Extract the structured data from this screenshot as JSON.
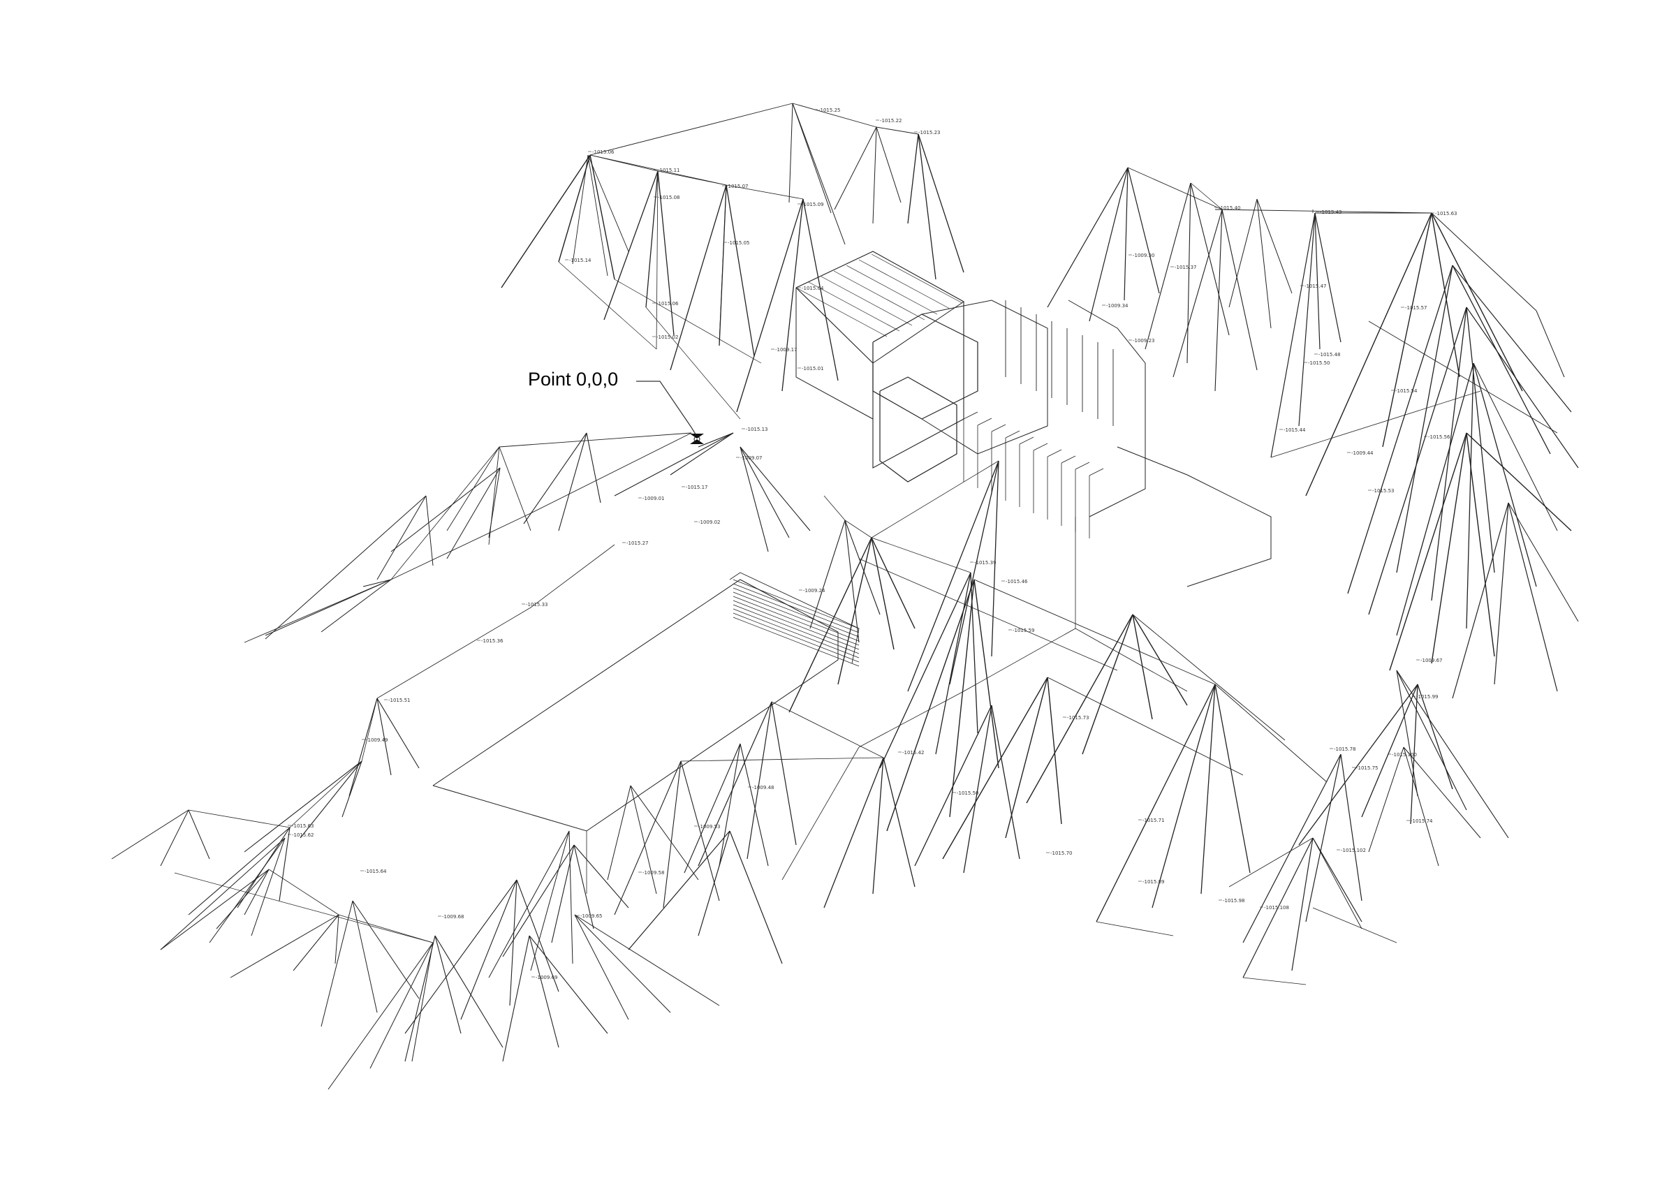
{
  "diagram": {
    "callout": {
      "text": "Point 0,0,0"
    },
    "labels": [
      "-1015.25",
      "-1015.22",
      "-1015.23",
      "-1015.06",
      "-1015.11",
      "-1015.08",
      "-1015.07",
      "-1015.09",
      "-1015.05",
      "-1015.14",
      "-1015.06",
      "-1015.02",
      "-1015.01",
      "-1015.04",
      "-1015.40",
      "-1015.43",
      "-1015.63",
      "-1015.37",
      "-1015.47",
      "-1015.57",
      "-1015.48",
      "-1015.50",
      "-1015.54",
      "-1015.56",
      "-1015.44",
      "-1015.53",
      "-1015.13",
      "-1015.17",
      "-1015.27",
      "-1015.33",
      "-1015.36",
      "-1015.51",
      "-1015.63",
      "-1015.62",
      "-1015.64",
      "-1015.39",
      "-1015.46",
      "-1015.59",
      "-1015.73",
      "-1015.42",
      "-1015.50",
      "-1015.71",
      "-1015.70",
      "-1015.89",
      "-1015.98",
      "-1015.78",
      "-1015.75",
      "-1015.74",
      "-1015.99",
      "-1015.100",
      "-1015.102",
      "-1015.108",
      "-1009.17",
      "-1009.23",
      "-1009.30",
      "-1009.34",
      "-1009.49",
      "-1009.68",
      "-1009.65",
      "-1009.69",
      "-1009.58",
      "-1009.53",
      "-1009.48",
      "-1009.44",
      "-1009.67",
      "-1009.24",
      "-1009.02",
      "-1009.01",
      "-1009.07"
    ]
  }
}
